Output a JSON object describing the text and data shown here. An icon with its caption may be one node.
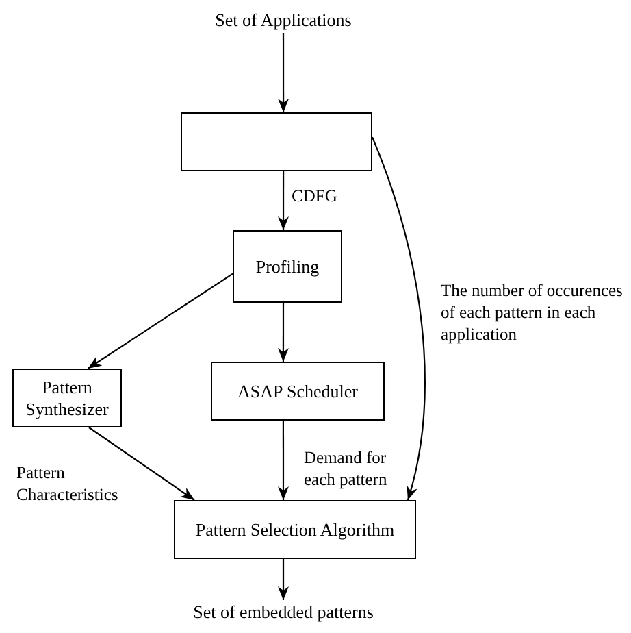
{
  "diagram": {
    "nodes": [
      {
        "text": [
          "Set of Applications"
        ]
      },
      {
        "text": [],
        "shape": "box"
      },
      {
        "text": [
          "Profiling"
        ]
      },
      {
        "text": [
          "Pattern Synthesizer"
        ]
      },
      {
        "text": [
          "ASAP Scheduler"
        ]
      },
      {
        "text": [
          "Pattern Selection Algorithm"
        ]
      },
      {
        "text": [
          "Set of embedded patterns"
        ]
      }
    ],
    "edges": [
      {
        "from": 0,
        "to": 1,
        "arrow": "to"
      },
      {
        "from": 1,
        "to": 2,
        "arrow": "to",
        "label": "CDFG"
      },
      {
        "from": 2,
        "to": 3,
        "arrow": "to"
      },
      {
        "from": 2,
        "to": 4,
        "arrow": "to"
      },
      {
        "from": 3,
        "to": 5,
        "arrow": "to",
        "label": "Pattern Characteristics"
      },
      {
        "from": 4,
        "to": 5,
        "arrow": "to",
        "label": "Demand for each pattern"
      },
      {
        "from": 1,
        "to": 5,
        "arrow": "to",
        "label": "The number of occurences of each pattern in each application"
      },
      {
        "from": 5,
        "to": 6,
        "arrow": "to"
      }
    ]
  }
}
